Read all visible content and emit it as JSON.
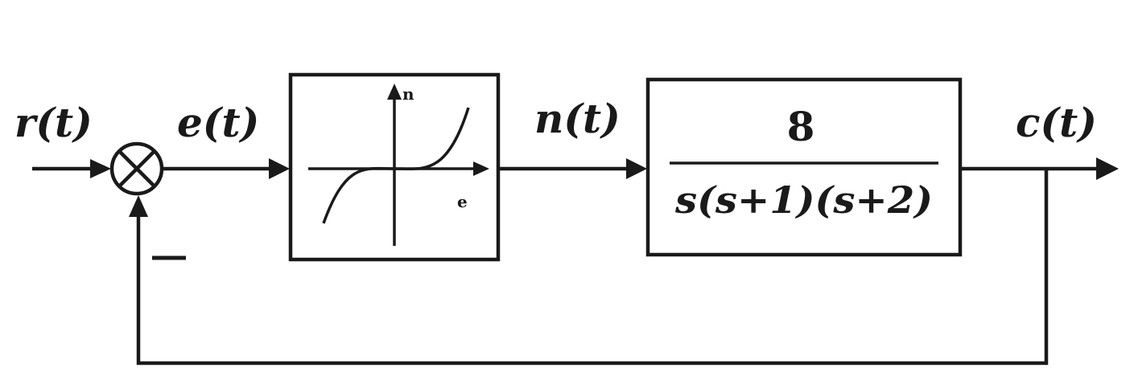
{
  "signals": {
    "input": "r(t)",
    "error": "e(t)",
    "nonlinear_output": "n(t)",
    "output": "c(t)"
  },
  "summing_junction": {
    "feedback_sign": "−"
  },
  "nonlinear_block": {
    "vertical_axis_label": "n",
    "horizontal_axis_label": "e"
  },
  "plant_block": {
    "numerator": "8",
    "denominator": "s(s+1)(s+2)"
  }
}
